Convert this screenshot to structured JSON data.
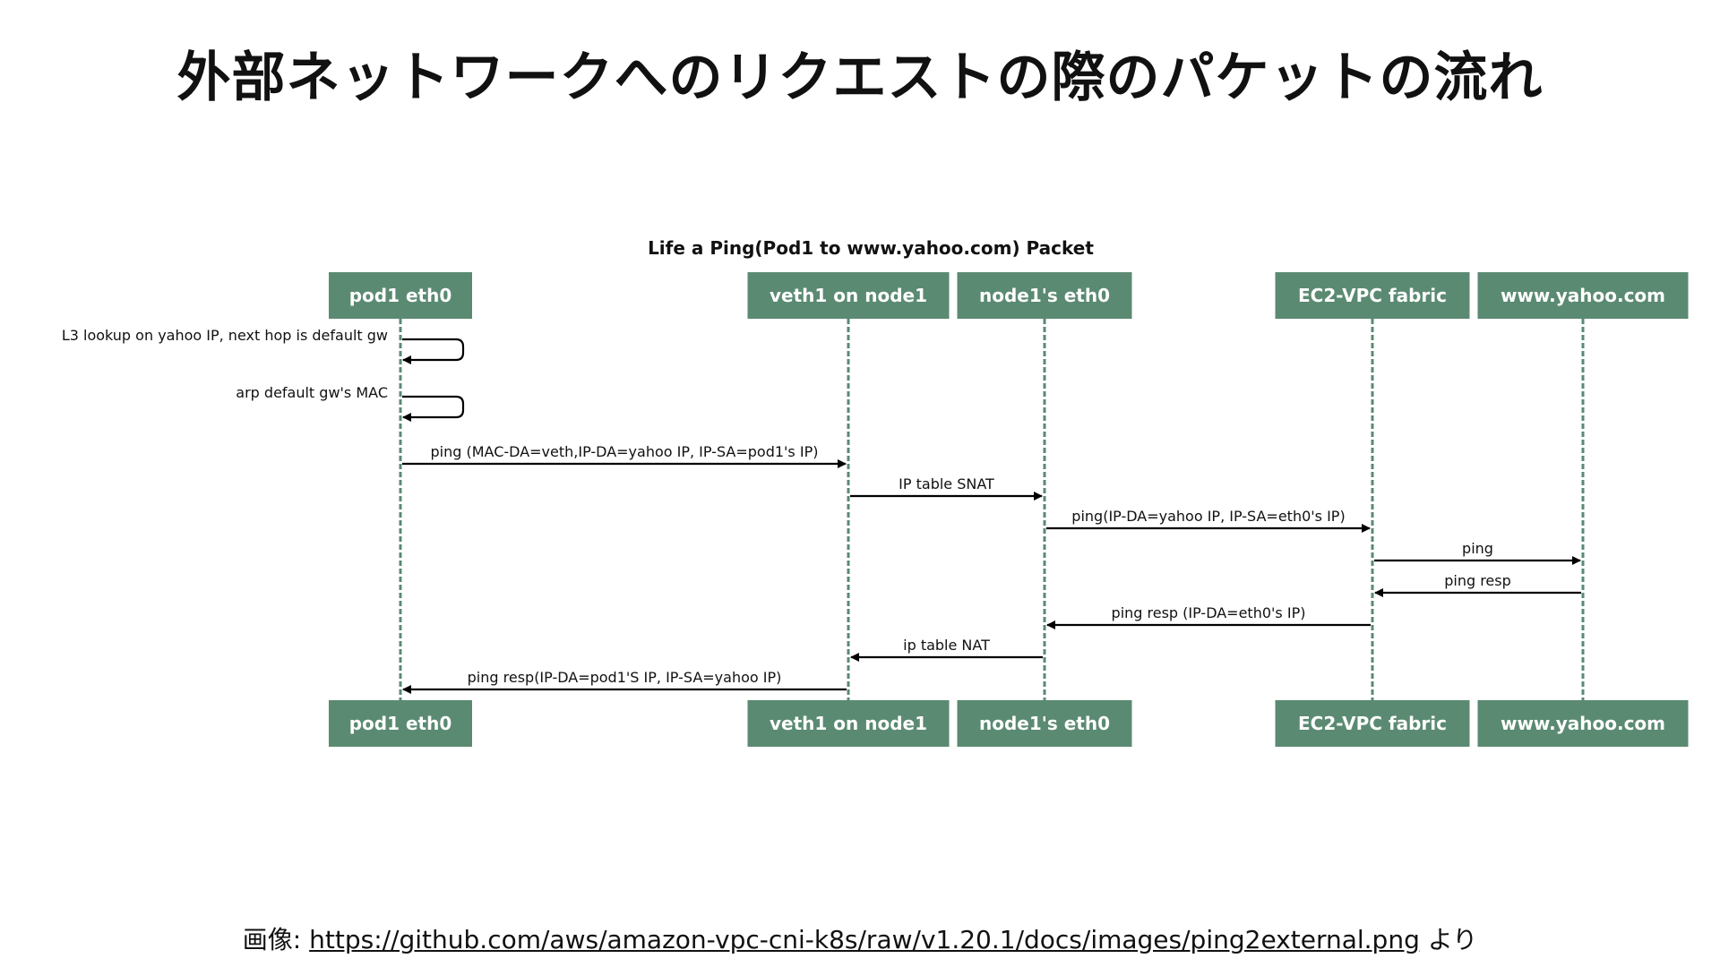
{
  "slide": {
    "title": "外部ネットワークへのリクエストの際のパケットの流れ"
  },
  "diagram": {
    "title": "Life a Ping(Pod1 to www.yahoo.com) Packet",
    "participants": [
      {
        "id": "pod1",
        "label": "pod1 eth0"
      },
      {
        "id": "veth1",
        "label": "veth1 on node1"
      },
      {
        "id": "node1eth0",
        "label": "node1's eth0"
      },
      {
        "id": "vpc",
        "label": "EC2-VPC fabric"
      },
      {
        "id": "yahoo",
        "label": "www.yahoo.com"
      }
    ],
    "messages": [
      {
        "from": "pod1",
        "to": "pod1",
        "label": "L3 lookup on yahoo IP, next hop is default gw"
      },
      {
        "from": "pod1",
        "to": "pod1",
        "label": "arp default gw's MAC"
      },
      {
        "from": "pod1",
        "to": "veth1",
        "label": "ping (MAC-DA=veth,IP-DA=yahoo IP, IP-SA=pod1's IP)"
      },
      {
        "from": "veth1",
        "to": "node1eth0",
        "label": "IP table SNAT"
      },
      {
        "from": "node1eth0",
        "to": "vpc",
        "label": "ping(IP-DA=yahoo IP, IP-SA=eth0's IP)"
      },
      {
        "from": "vpc",
        "to": "yahoo",
        "label": "ping"
      },
      {
        "from": "yahoo",
        "to": "vpc",
        "label": "ping resp"
      },
      {
        "from": "vpc",
        "to": "node1eth0",
        "label": "ping resp (IP-DA=eth0's IP)"
      },
      {
        "from": "node1eth0",
        "to": "veth1",
        "label": "ip table NAT"
      },
      {
        "from": "veth1",
        "to": "pod1",
        "label": "ping resp(IP-DA=pod1'S IP, IP-SA=yahoo IP)"
      }
    ]
  },
  "caption": {
    "prefix": "画像: ",
    "link_text": "https://github.com/aws/amazon-vpc-cni-k8s/raw/v1.20.1/docs/images/ping2external.png",
    "suffix": " より"
  },
  "colors": {
    "participant_fill": "#5b8a72",
    "participant_text": "#ffffff",
    "arrow": "#000000"
  }
}
